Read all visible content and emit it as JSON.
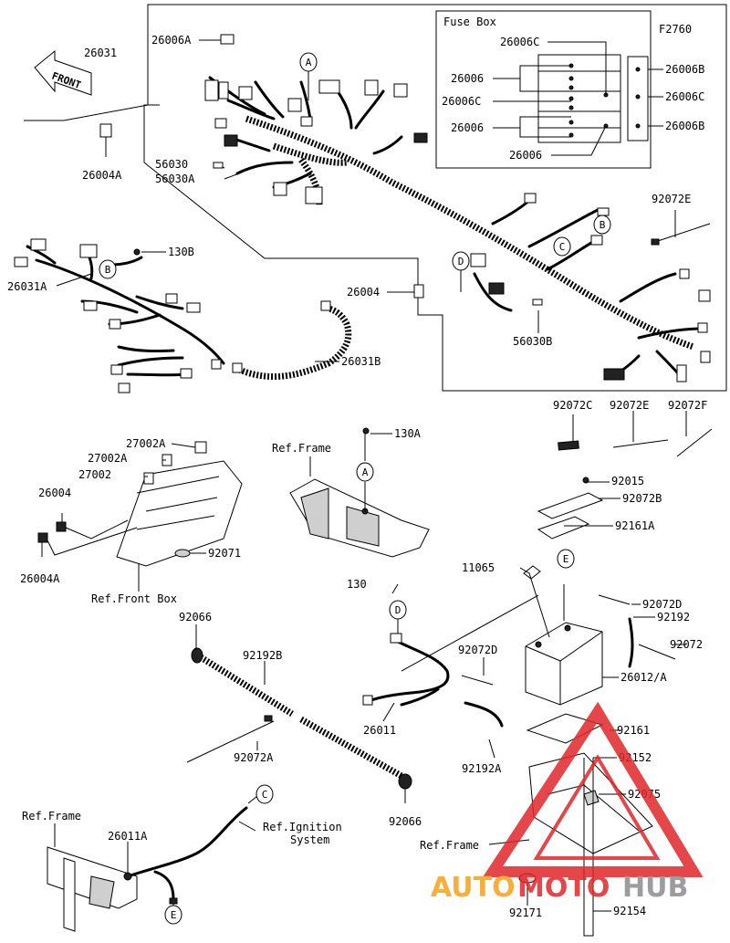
{
  "figure_code": "F2760",
  "fuse_box": {
    "title": "Fuse Box",
    "labels": {
      "l26006C_top": "26006C",
      "l26006_a": "26006",
      "l26006C_mid": "26006C",
      "l26006_b": "26006",
      "l26006_bottom": "26006",
      "r26006B_top": "26006B",
      "r26006C": "26006C",
      "r26006B_bottom": "26006B"
    }
  },
  "front_arrow": {
    "text": "FRONT"
  },
  "callouts": {
    "p26031": "26031",
    "p26006A": "26006A",
    "p26004A_top": "26004A",
    "p56030": "56030",
    "p56030A": "56030A",
    "p92072E_top": "92072E",
    "p130B": "130B",
    "p26031A": "26031A",
    "p26004_mid": "26004",
    "p56030B": "56030B",
    "p26031B": "26031B",
    "p92072C": "92072C",
    "p92072E": "92072E",
    "p92072F": "92072F",
    "p27002A_1": "27002A",
    "p27002A_2": "27002A",
    "p27002": "27002",
    "p26004_left": "26004",
    "p26004A_left": "26004A",
    "p92071": "92071",
    "ref_front_box": "Ref.Front Box",
    "p130A": "130A",
    "ref_frame_mid": "Ref.Frame",
    "p92015": "92015",
    "p92072B": "92072B",
    "p92161A": "92161A",
    "p11065": "11065",
    "p130": "130",
    "p92072D_right": "92072D",
    "p92192": "92192",
    "p92072": "92072",
    "p92072D_mid": "92072D",
    "p26012A": "26012/A",
    "p26011": "26011",
    "p92192A": "92192A",
    "p92161": "92161",
    "p92152": "92152",
    "p92075": "92075",
    "ref_frame_right": "Ref.Frame",
    "p92171": "92171",
    "p92154": "92154",
    "p92066_top": "92066",
    "p92192B": "92192B",
    "p92072A": "92072A",
    "p92066_bottom": "92066",
    "ref_frame_left": "Ref.Frame",
    "p26011A": "26011A",
    "ref_ignition_1": "Ref.Ignition",
    "ref_ignition_2": "System"
  },
  "circle_marks": {
    "a_top": "A",
    "b_top": "B",
    "c_top": "C",
    "d_top": "D",
    "b_left": "B",
    "a_frame": "A",
    "d_mid": "D",
    "e_batt": "E",
    "c_bottom": "C",
    "e_bottom": "E"
  },
  "watermark": {
    "text_a": "AUTO",
    "text_b": "MOTO",
    "text_c": "HUB"
  },
  "colors": {
    "ink": "#000000",
    "watermark_red": "#e0262b",
    "watermark_orange": "#f5a21b",
    "watermark_gray": "#8c8c8c"
  }
}
